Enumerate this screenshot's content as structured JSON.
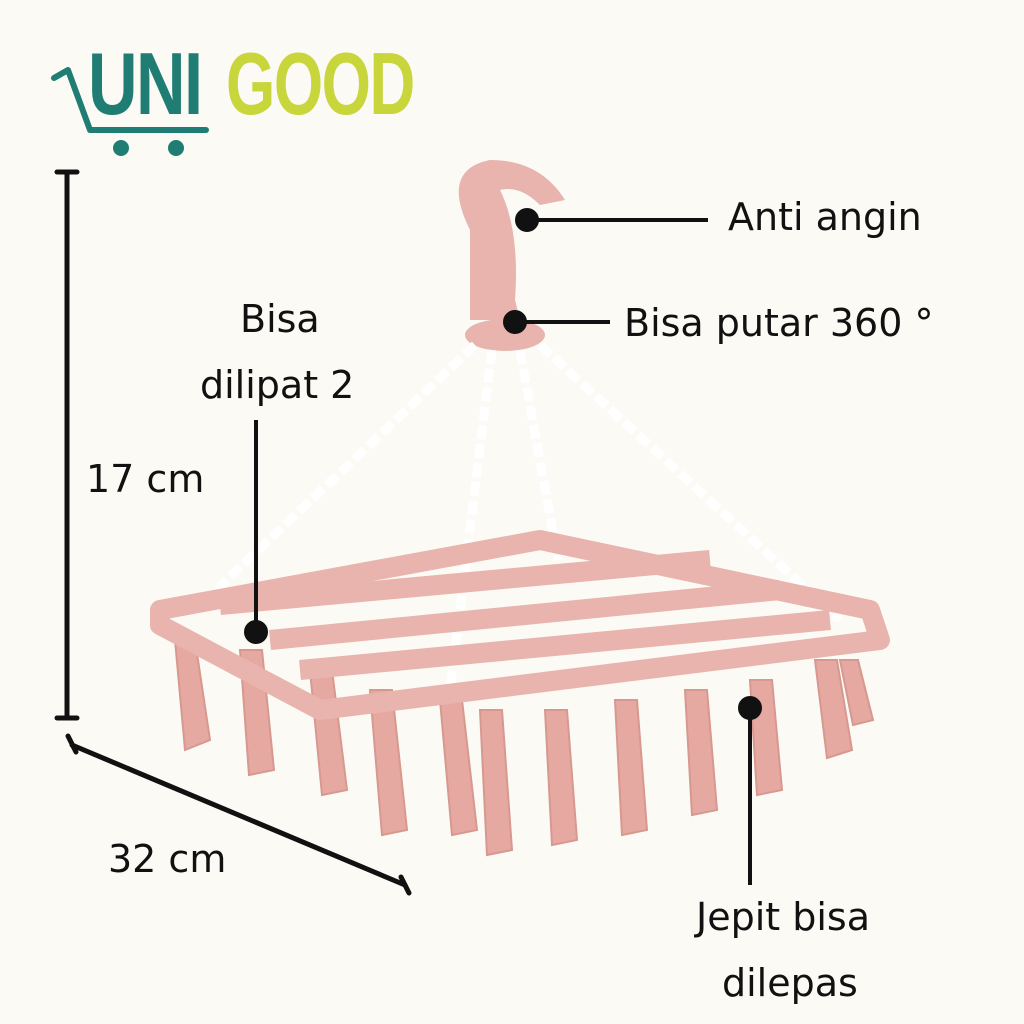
{
  "brand": {
    "part1": "UNI",
    "part2": "GOOD",
    "color1": "#1f7d74",
    "color2": "#c8d53b"
  },
  "labels": {
    "anti_wind": "Anti angin",
    "rotate": "Bisa putar 360 °",
    "fold_line1": "Bisa",
    "fold_line2": "dilipat 2",
    "height": "17 cm",
    "width": "32 cm",
    "clip_line1": "Jepit bisa",
    "clip_line2": "dilepas"
  },
  "product_color": "#e8b4ad"
}
